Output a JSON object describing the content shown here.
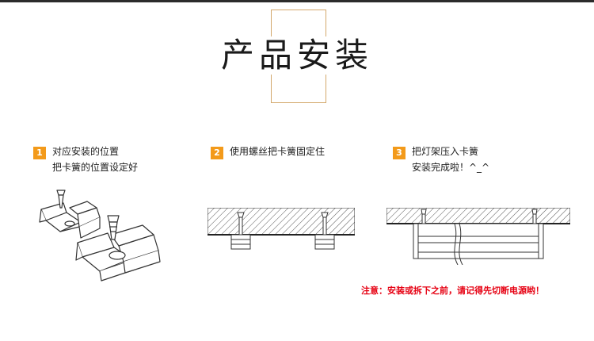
{
  "title": "产品安装",
  "steps": [
    {
      "num": "1",
      "line1": "对应安装的位置",
      "line2": "把卡簧的位置设定好"
    },
    {
      "num": "2",
      "line1": "使用螺丝把卡簧固定住",
      "line2": ""
    },
    {
      "num": "3",
      "line1": "把灯架压入卡簧",
      "line2": "安装完成啦！^_^"
    }
  ],
  "warning": "注意：安装或拆下之前，请记得先切断电源哟！",
  "colors": {
    "accent": "#f39a1a",
    "frame": "#d3a86b",
    "warning": "#e60012"
  },
  "icons": [
    "clip-screw-illustration",
    "ceiling-screw-illustration",
    "lamp-mounted-illustration"
  ]
}
